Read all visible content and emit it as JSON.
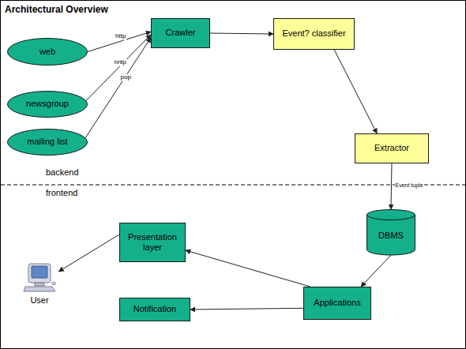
{
  "diagram": {
    "title": "Architectural Overview",
    "nodes": [
      {
        "text": [
          "web"
        ]
      },
      {
        "text": [
          "newsgroup"
        ]
      },
      {
        "text": [
          "mailing list"
        ]
      },
      {
        "text": [
          "Crawler"
        ]
      },
      {
        "text": [
          "Event? classifier"
        ]
      },
      {
        "text": [
          "Extractor"
        ]
      },
      {
        "text": [
          "DBMS"
        ]
      },
      {
        "text": [
          "Presentation layer"
        ]
      },
      {
        "text": [
          "User"
        ]
      },
      {
        "text": [
          "Notification"
        ]
      },
      {
        "text": [
          "Applications"
        ]
      }
    ],
    "edges": [
      {
        "from": 0,
        "to": 3,
        "label": "http",
        "arrow": "to"
      },
      {
        "from": 1,
        "to": 3,
        "label": "nntp",
        "arrow": "to"
      },
      {
        "from": 2,
        "to": 3,
        "label": "pop",
        "arrow": "to"
      },
      {
        "from": 3,
        "to": 4,
        "arrow": "to"
      },
      {
        "from": 4,
        "to": 5,
        "arrow": "to"
      },
      {
        "from": 5,
        "to": 6,
        "label": "Event tuple",
        "arrow": "to"
      },
      {
        "from": 6,
        "to": 10,
        "arrow": "to"
      },
      {
        "from": 10,
        "to": 7,
        "arrow": "to"
      },
      {
        "from": 10,
        "to": 9,
        "arrow": "to"
      },
      {
        "from": 7,
        "to": 8,
        "arrow": "to"
      }
    ],
    "labels": [
      "backend",
      "frontend"
    ]
  }
}
